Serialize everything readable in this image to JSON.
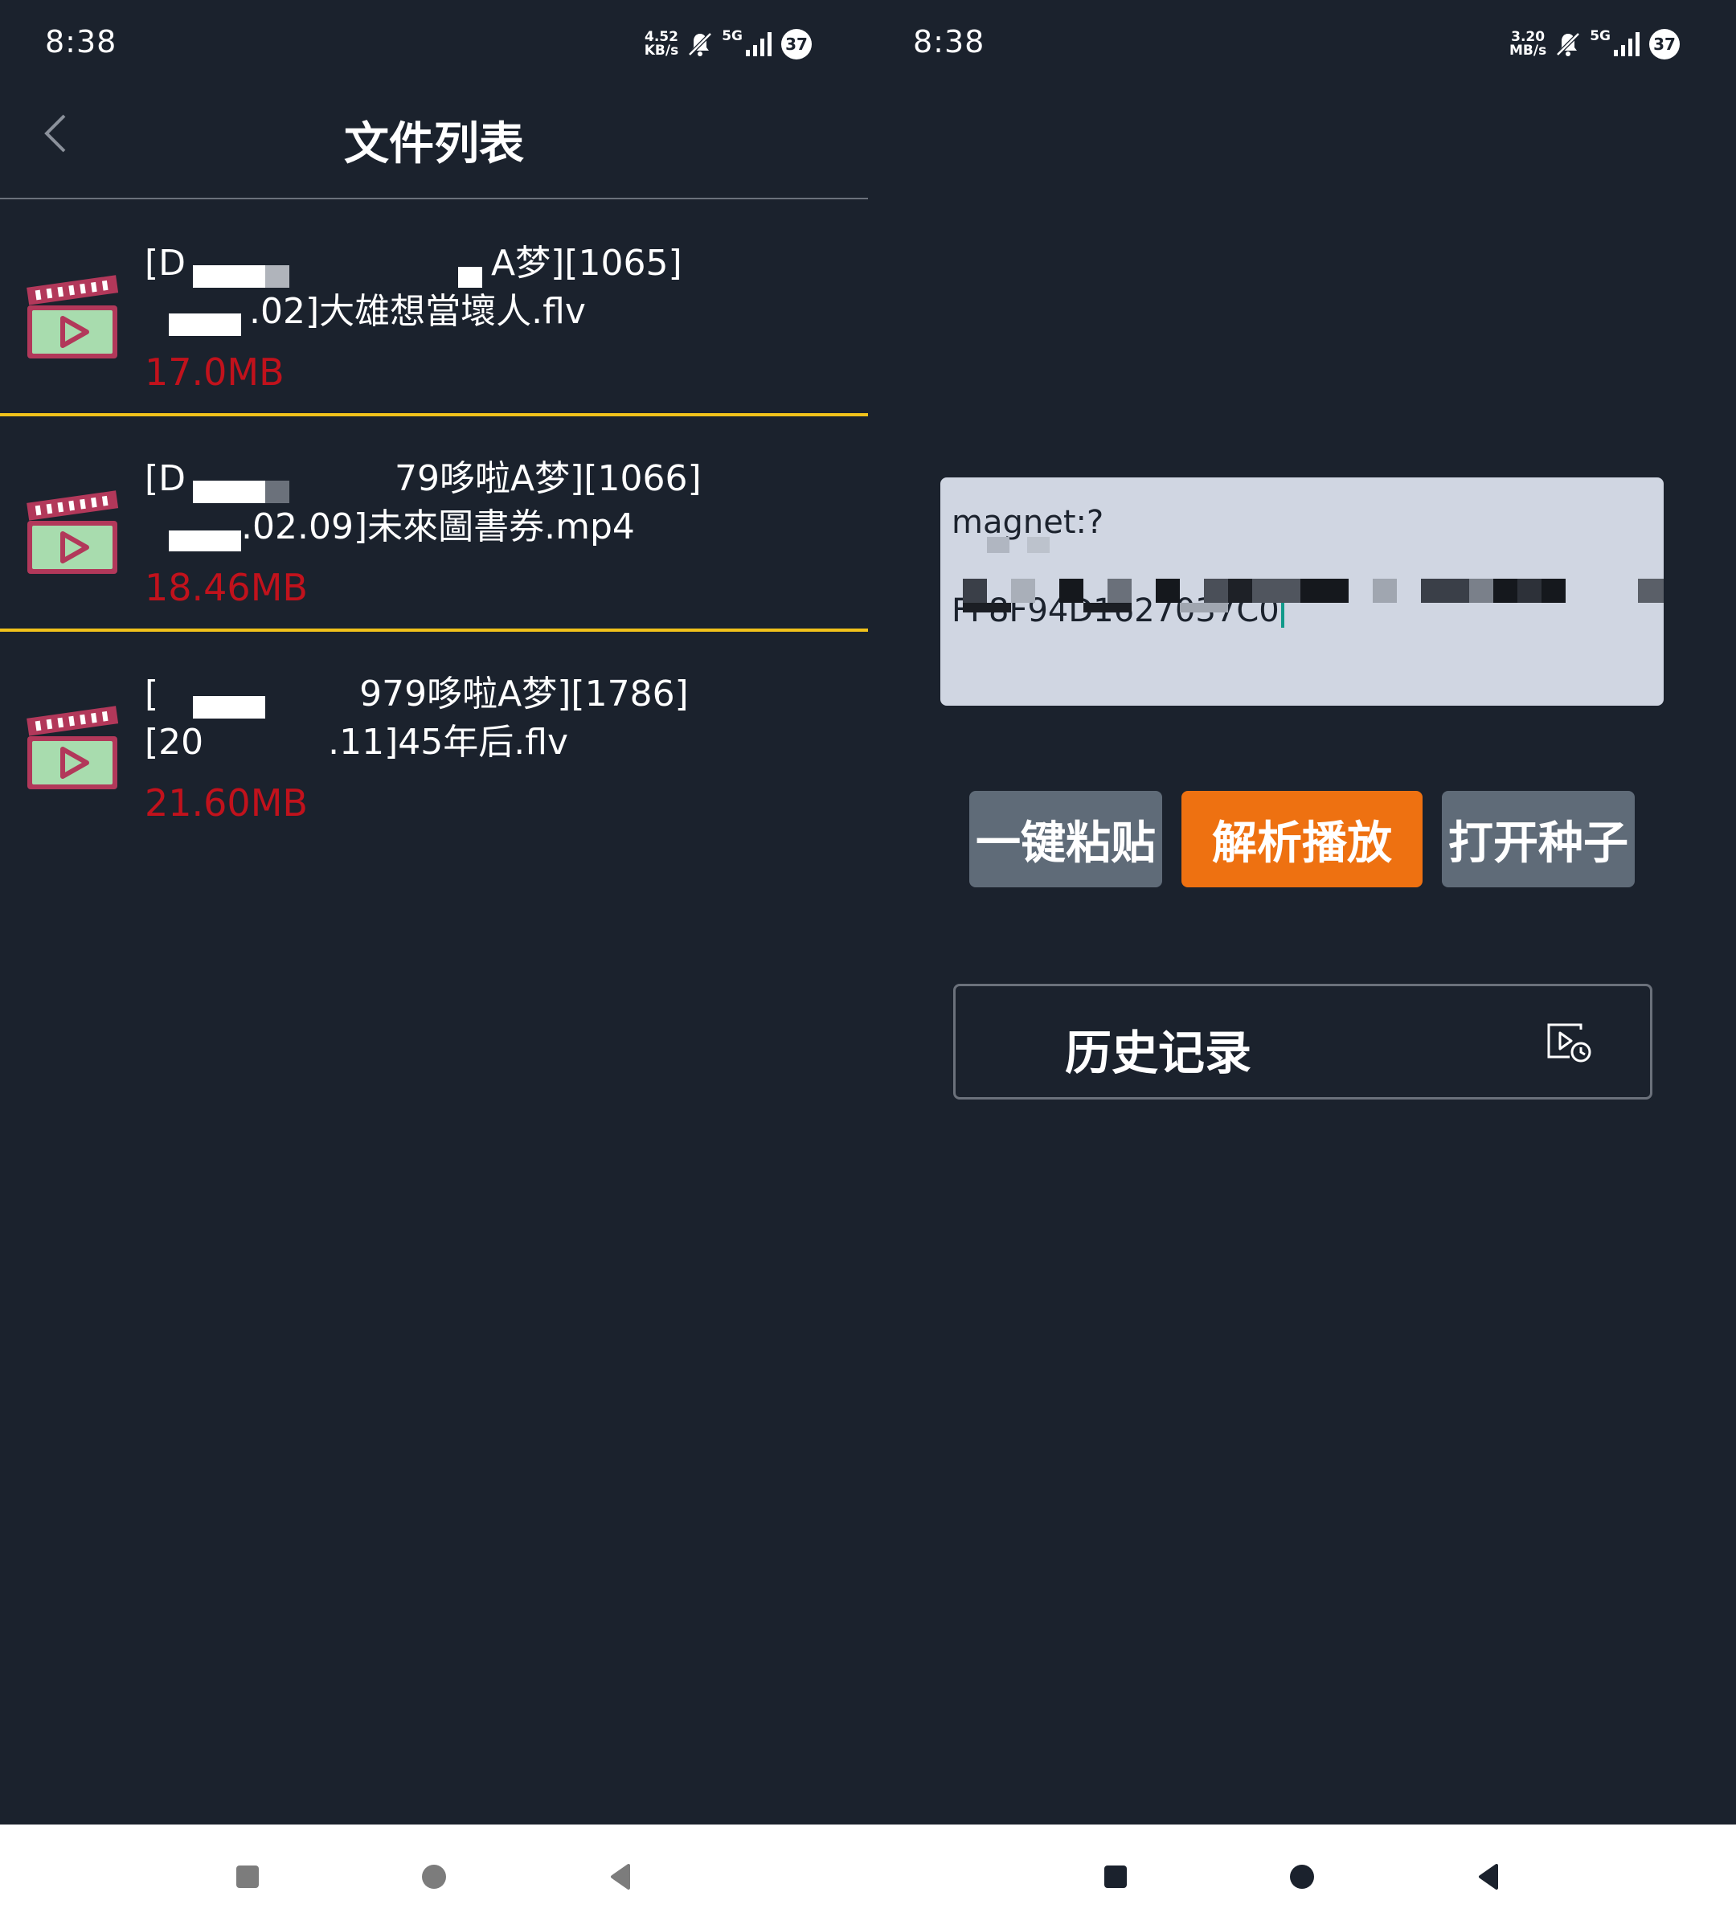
{
  "left_screen": {
    "status": {
      "time": "8:38",
      "speed_value": "4.52",
      "speed_unit": "KB/s",
      "network": "5G",
      "battery": "37"
    },
    "header": {
      "title": "文件列表"
    },
    "files": [
      {
        "line1_start": "[D",
        "line1_end": "A梦][1065]",
        "line2_start": "",
        "line2_end": ".02]大雄想當壞人.flv",
        "size": "17.0MB"
      },
      {
        "line1_start": "[D",
        "line1_end": "79哆啦A梦][1066]",
        "line2_start": "",
        "line2_end": ".02.09]未來圖書券.mp4",
        "size": "18.46MB"
      },
      {
        "line1_start": "[",
        "line1_end": "979哆啦A梦][1786]",
        "line2_start": "[20",
        "line2_end": ".11]45年后.flv",
        "size": "21.60MB"
      }
    ]
  },
  "right_screen": {
    "status": {
      "time": "8:38",
      "speed_value": "3.20",
      "speed_unit": "MB/s",
      "network": "5G",
      "battery": "37"
    },
    "magnet_input": {
      "line1": "magnet:?",
      "line2": "FF8F94D1627037C0"
    },
    "buttons": {
      "paste": "一键粘贴",
      "parse_play": "解析播放",
      "open_torrent": "打开种子"
    },
    "history": {
      "label": "历史记录"
    }
  },
  "colors": {
    "background": "#1b222d",
    "divider": "#f1c21b",
    "size_text": "#c1121c",
    "accent": "#ee7111",
    "button_gray": "#5f6b78",
    "input_bg": "#d0d6e2"
  }
}
